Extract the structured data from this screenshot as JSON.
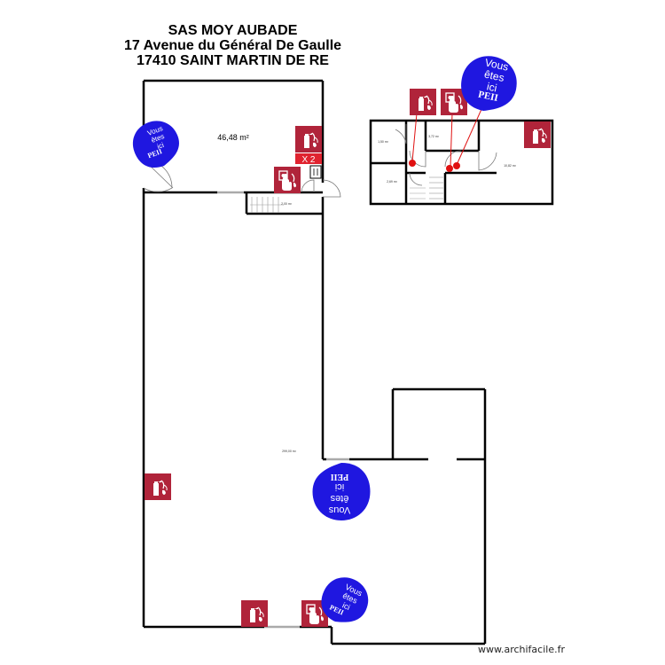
{
  "header": {
    "line1": "SAS MOY AUBADE",
    "line2": "17 Avenue du Général De Gaulle",
    "line3": "17410 SAINT MARTIN DE RE"
  },
  "rooms": {
    "main_office": "46,48 m²",
    "small_stair": "2,00 m²",
    "warehouse": "299,00 m²",
    "upper_1": "1,50 m²",
    "upper_2": "3,72 m²",
    "upper_3": "10,82 m²",
    "upper_4": "2,69 m²"
  },
  "badges": {
    "times_two": "X 2"
  },
  "markers": {
    "line1": "Vous",
    "line2": "êtes",
    "line3": "ici",
    "line4": "PEII"
  },
  "colors": {
    "marker": "#1f17e0",
    "sign": "#b0243a",
    "wall": "#000000",
    "dot": "#e01010"
  },
  "icons": {
    "extinguisher": "fire-extinguisher-icon",
    "alarm": "fire-alarm-button-icon"
  },
  "watermark": "www.archifacile.fr"
}
